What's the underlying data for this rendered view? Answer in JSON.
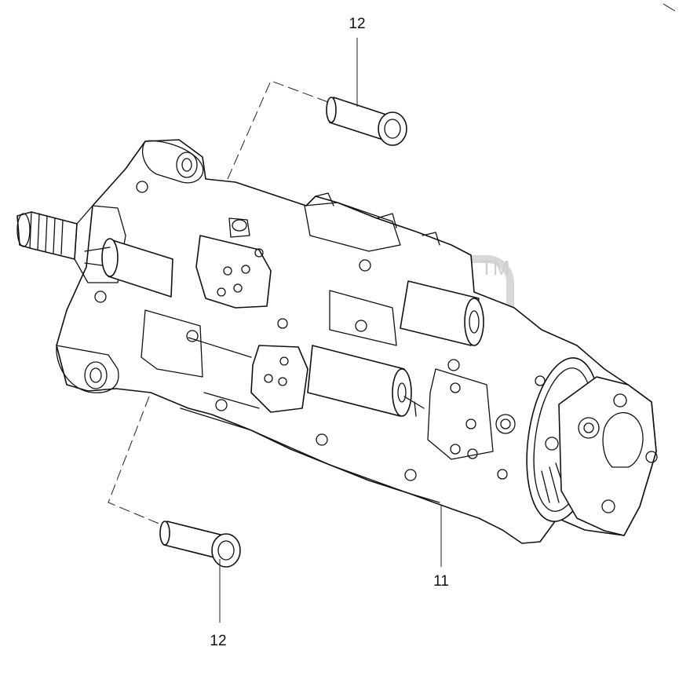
{
  "callouts": {
    "bolt_top": "12",
    "bolt_bottom": "12",
    "pump_assembly": "11"
  },
  "watermark": {
    "tm": "TM"
  },
  "icons": [
    "hydraulic-pump-assembly",
    "cap-screw",
    "cap-screw"
  ]
}
